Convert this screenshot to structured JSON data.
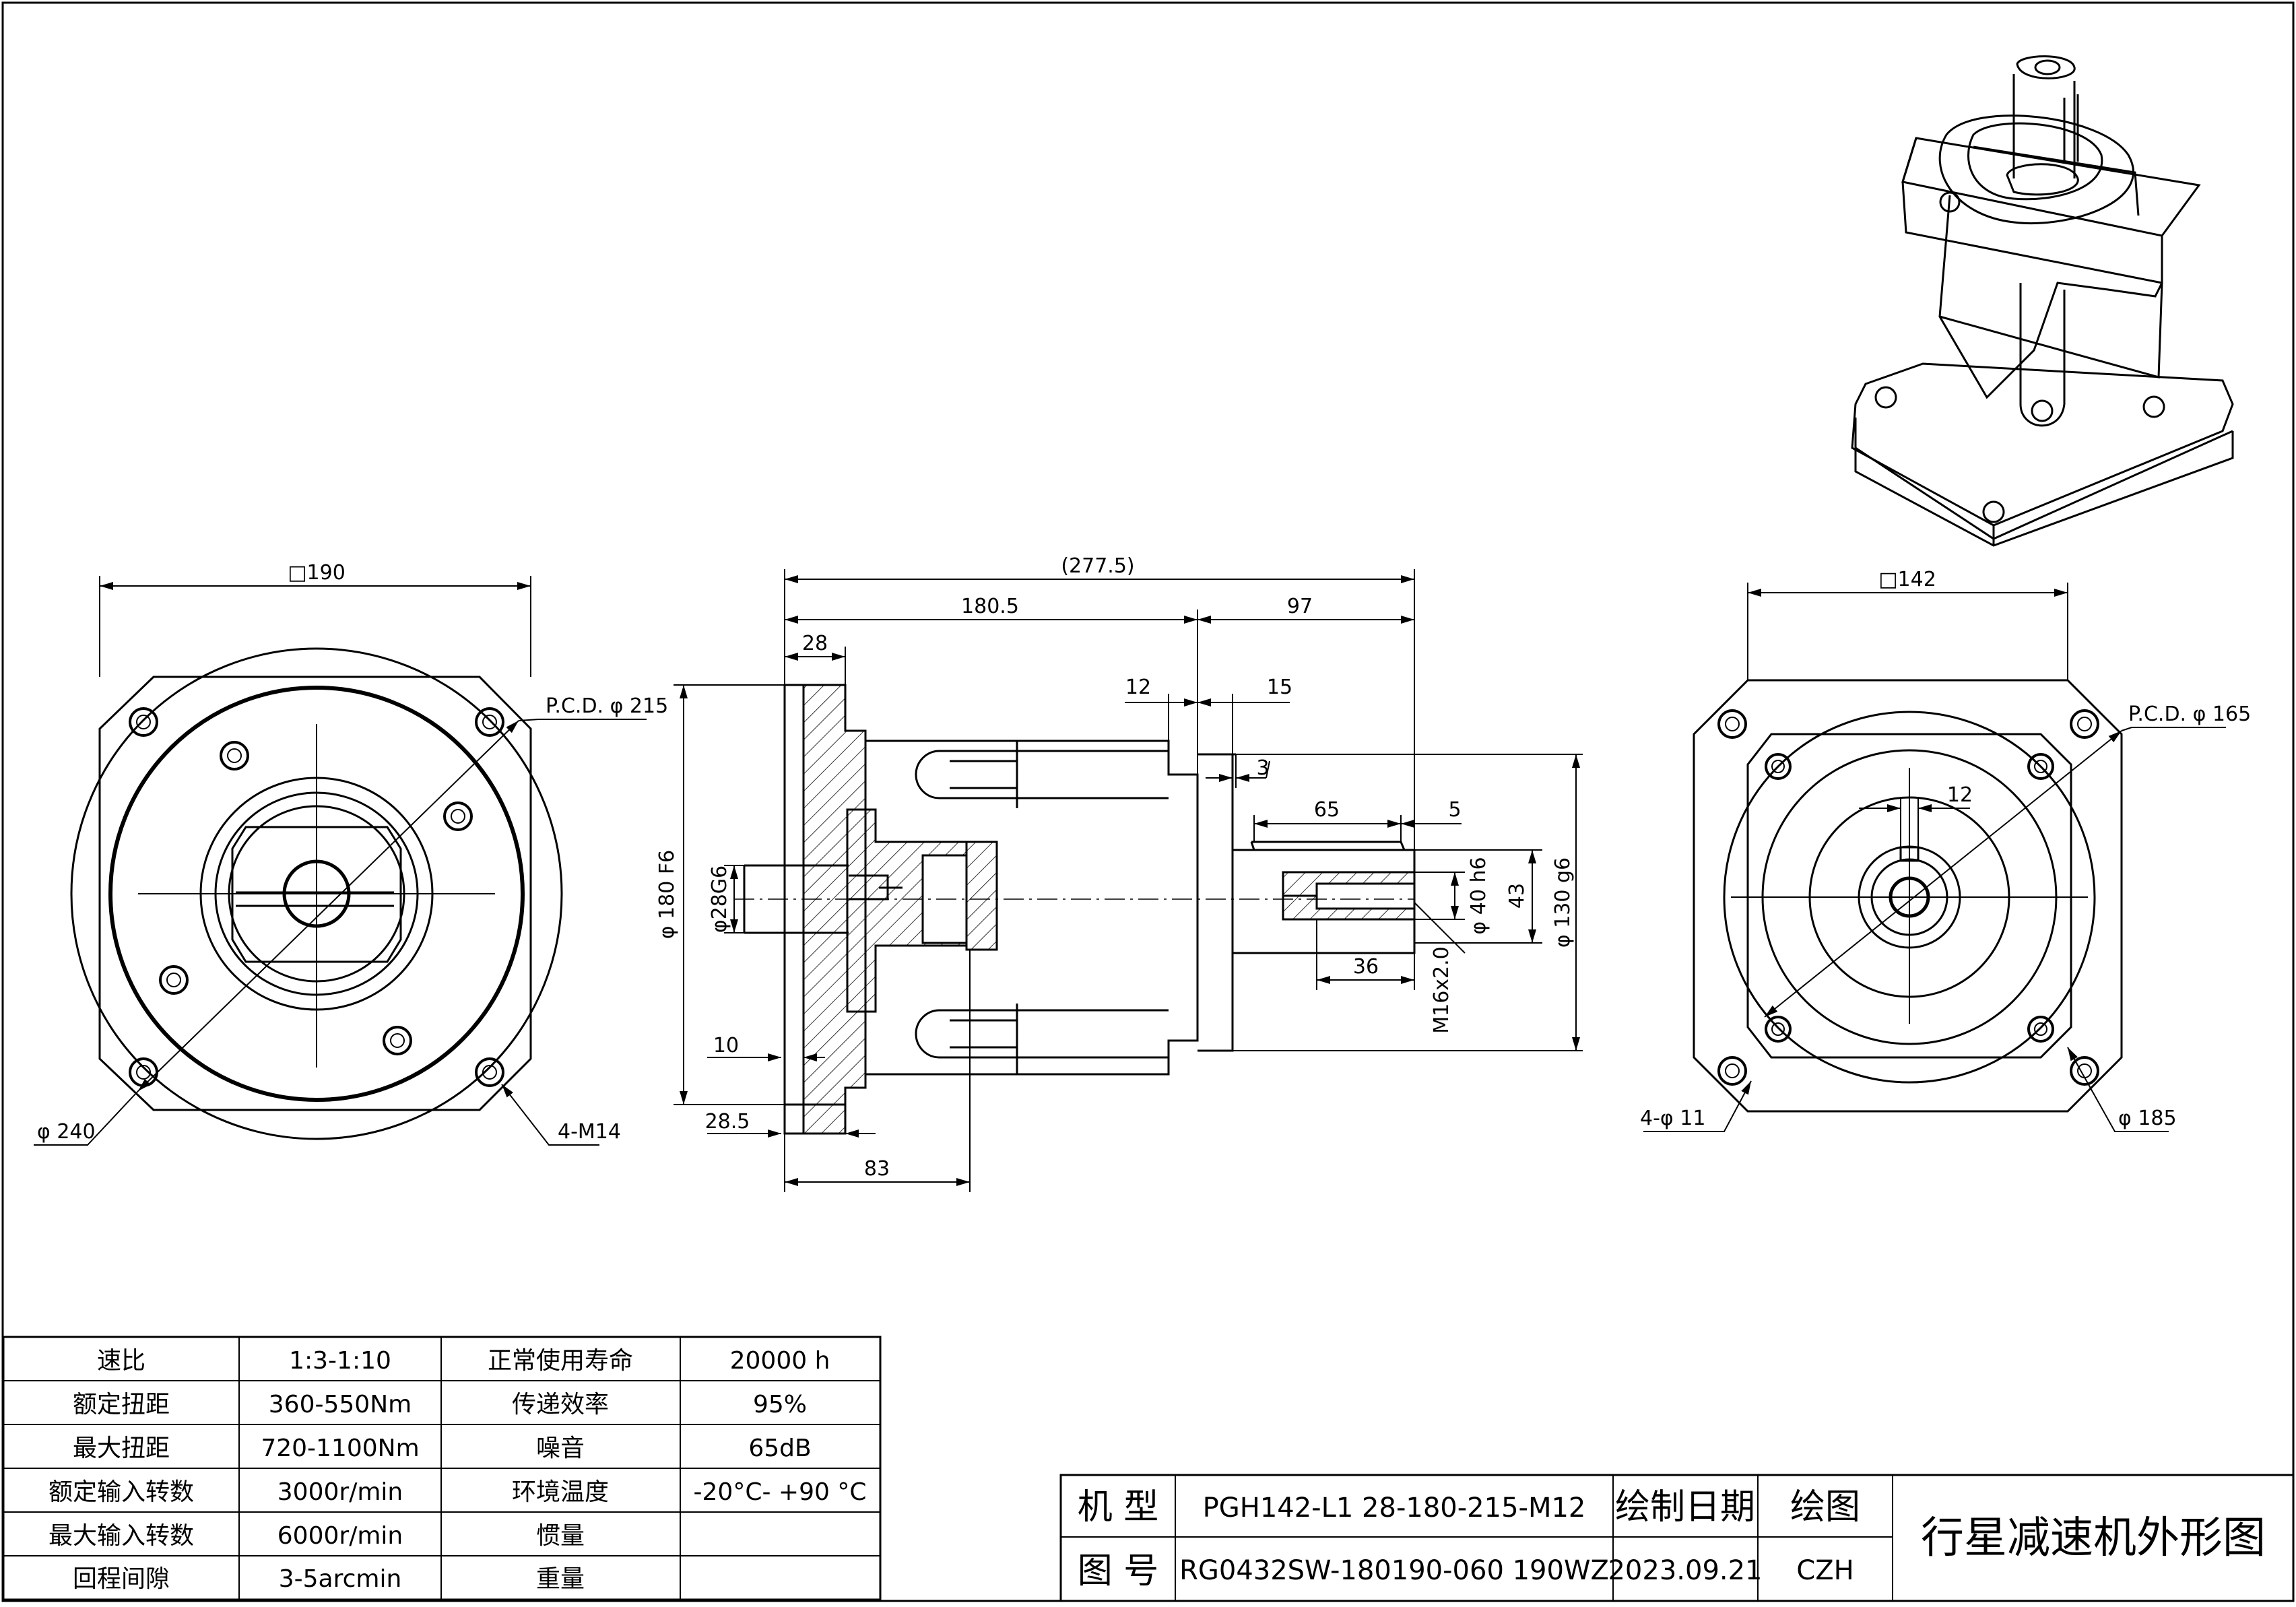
{
  "front_view": {
    "square": "□190",
    "pcd": "P.C.D.   φ 215",
    "outer_dia": "φ 240",
    "thread": "4-M14"
  },
  "side_view": {
    "overall": "(277.5)",
    "len_a": "180.5",
    "len_b": "97",
    "flange": "28",
    "d12": "12",
    "d15": "15",
    "d3": "3",
    "key_len": "65",
    "key_off": "5",
    "bore_depth": "36",
    "flange_dia": "φ 180 F6",
    "input_bore": "φ28G6",
    "shaft_dia": "φ 40 h6",
    "key_h": "43",
    "pilot_dia": "φ 130 g6",
    "thread": "M16x2.0",
    "flange_t": "10",
    "spigot": "28.5",
    "len_c": "83"
  },
  "rear_view": {
    "square": "□142",
    "pcd": "P.C.D.   φ 165",
    "key_w": "12",
    "holes": "4-φ 11",
    "outer_dia": "φ 185"
  },
  "specs": [
    [
      "速比",
      "1:3-1:10",
      "正常使用寿命",
      "20000 h"
    ],
    [
      "额定扭距",
      "360-550Nm",
      "传递效率",
      "95%"
    ],
    [
      "最大扭距",
      "720-1100Nm",
      "噪音",
      "65dB"
    ],
    [
      "额定输入转数",
      "3000r/min",
      "环境温度",
      "-20°C- +90 °C"
    ],
    [
      "最大输入转数",
      "6000r/min",
      "惯量",
      ""
    ],
    [
      "回程间隙",
      "3-5arcmin",
      "重量",
      ""
    ]
  ],
  "title_block": {
    "model_label": "机  型",
    "model": "PGH142-L1 28-180-215-M12",
    "date_label": "绘制日期",
    "drawer_label": "绘图",
    "drawing_no_label": "图  号",
    "drawing_no": "RG0432SW-180190-060 190WZ",
    "date": "2023.09.21",
    "drawer": "CZH",
    "title": "行星减速机外形图"
  }
}
